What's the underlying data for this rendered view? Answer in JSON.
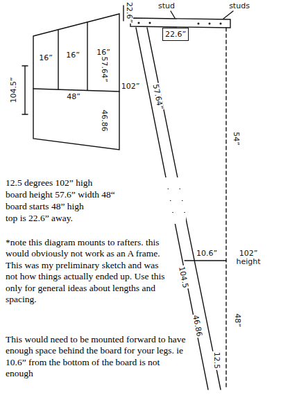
{
  "diagram": {
    "nodes": [
      {
        "text": [
          "22.6”"
        ]
      }
    ],
    "labels": [
      "22.6”",
      "104.5”",
      "16”",
      "16”",
      "16”",
      "57.64”",
      "48”",
      "102”",
      "46.86",
      "stud",
      "studs",
      "57.64”",
      "54”",
      "102” height",
      "10.6”",
      "104.5",
      "48”",
      "46.86",
      "12.5",
      "12.5 degrees 102” high",
      "board height 57.6” width 48“",
      "board starts 48” high",
      "top is 22.6” away.",
      "*note this diagram mounts to rafters. this would obviously not work as an A frame. This was my preliminary sketch and was not how things actually ended up. Use this only for general ideas about lengths and spacing.",
      "This would need to be mounted forward to have enough space behind the board for your legs. ie 10.6” from the bottom of the board is not enough"
    ]
  }
}
